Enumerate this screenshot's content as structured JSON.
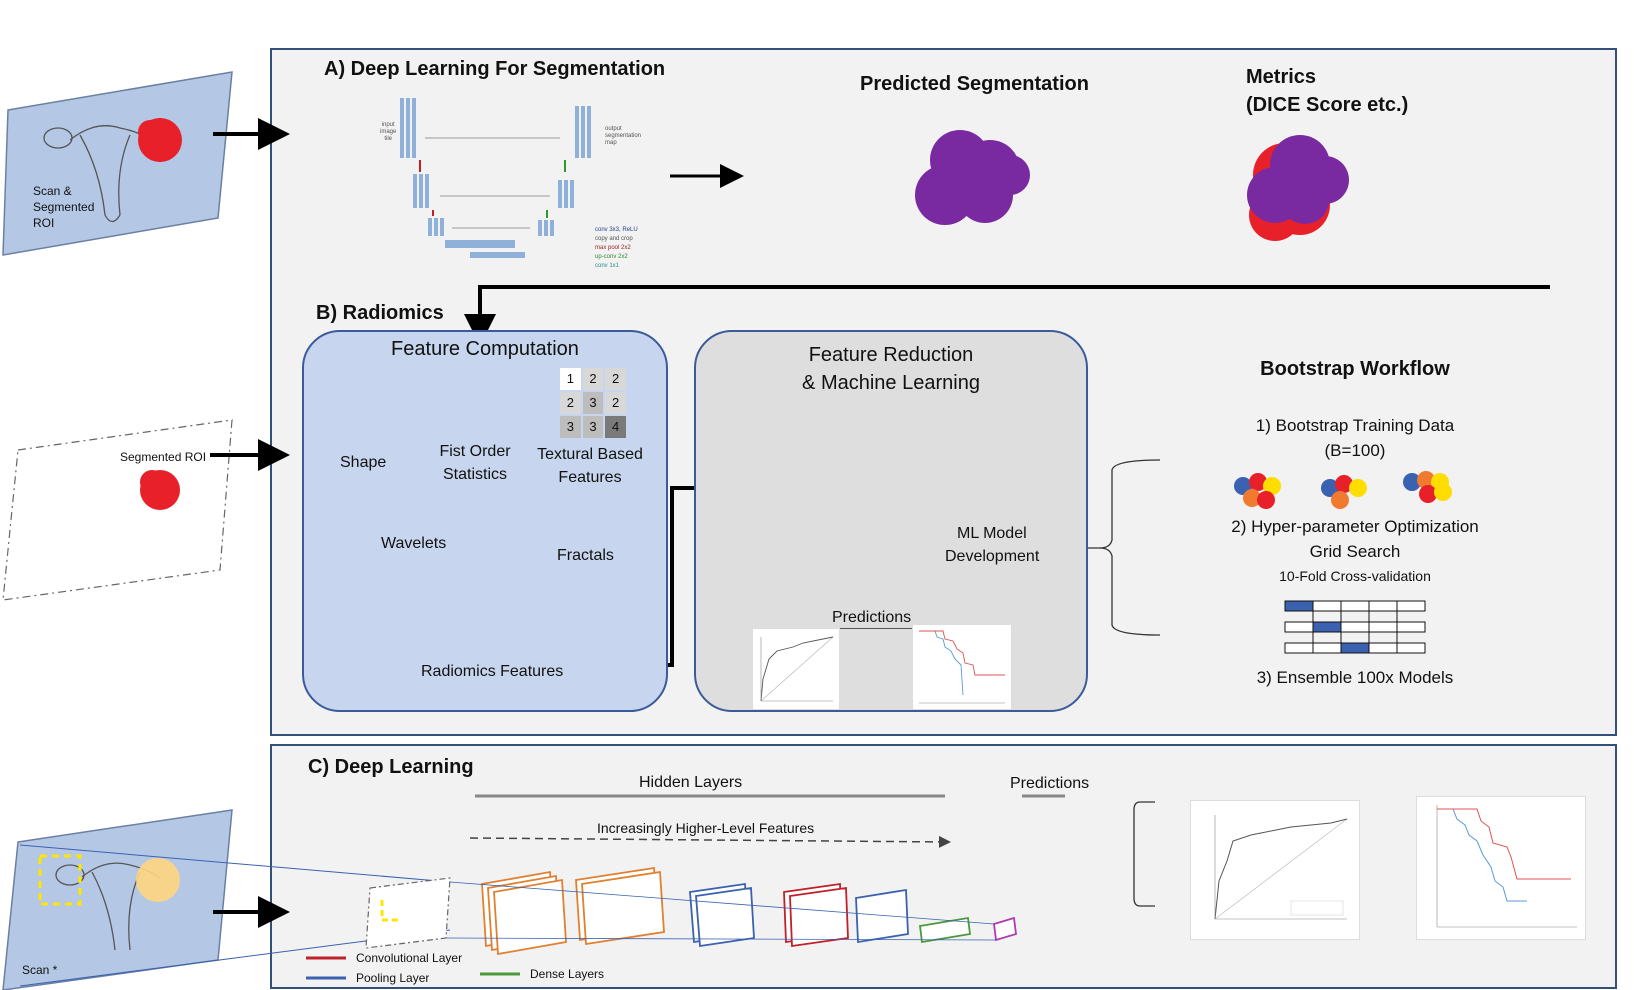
{
  "left": {
    "scan_label_lines": [
      "Scan &",
      "Segmented",
      "ROI"
    ],
    "segmented_roi_label": "Segmented ROI",
    "scan_star_label": "Scan *"
  },
  "panel_a": {
    "title": "A) Deep Learning For Segmentation",
    "predicted_title": "Predicted Segmentation",
    "metrics_title_lines": [
      "Metrics",
      "(DICE Score etc.)"
    ],
    "unet_labels": {
      "input_lines": [
        "input",
        "image",
        "tile"
      ],
      "output_lines": [
        "output",
        "segmentation",
        "map"
      ],
      "legend": [
        "conv 3x3, ReLU",
        "copy and crop",
        "max pool 2x2",
        "up-conv 2x2",
        "conv 1x1"
      ]
    }
  },
  "panel_b": {
    "title": "B) Radiomics",
    "feature_computation": {
      "title": "Feature Computation",
      "shape": "Shape",
      "first_order_lines": [
        "Fist Order",
        "Statistics"
      ],
      "textural_lines": [
        "Textural Based",
        "Features"
      ],
      "wavelets": "Wavelets",
      "fractals": "Fractals",
      "radiomics_features": "Radiomics Features",
      "grid": [
        "1",
        "2",
        "2",
        "2",
        "3",
        "2",
        "3",
        "3",
        "4"
      ]
    },
    "feature_reduction": {
      "title_lines": [
        "Feature Reduction",
        "& Machine Learning"
      ],
      "ml_model_lines": [
        "ML Model",
        "Development"
      ],
      "predictions": "Predictions"
    },
    "bootstrap": {
      "title": "Bootstrap Workflow",
      "step1_lines": [
        "1) Bootstrap Training Data",
        "(B=100)"
      ],
      "step2_lines": [
        "2) Hyper-parameter Optimization",
        "Grid Search"
      ],
      "step2_sub": "10-Fold Cross-validation",
      "step3": "3) Ensemble 100x Models"
    }
  },
  "panel_c": {
    "title": "C) Deep Learning",
    "hidden_layers": "Hidden Layers",
    "predictions": "Predictions",
    "features_arrow": "Increasingly Higher-Level Features",
    "legend": {
      "conv": "Convolutional Layer",
      "pool": "Pooling Layer",
      "dense": "Dense Layers"
    }
  },
  "colors": {
    "panel_border": "#33507a",
    "panel_bg": "#f2f2f2",
    "tumor_red": "#e8202a",
    "prediction_purple": "#7a2aa0",
    "conv_red": "#c0202a",
    "pool_blue": "#3a62b0",
    "dense_green": "#4a9a3a",
    "feature_yellow": "#ffff00"
  }
}
